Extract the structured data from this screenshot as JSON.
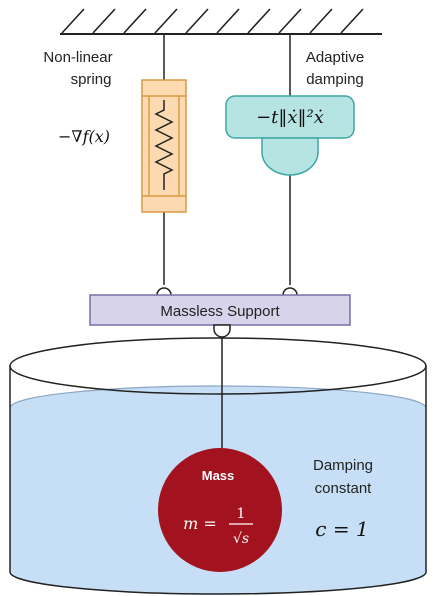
{
  "labels": {
    "spring_line1": "Non-linear",
    "spring_line2": "spring",
    "damper_line1": "Adaptive",
    "damper_line2": "damping",
    "spring_force": "−∇f(x)",
    "damper_force": "−t‖ẋ‖²ẋ",
    "support": "Massless Support",
    "mass_title": "Mass",
    "mass_formula_lhs": "m =",
    "mass_formula_num": "1",
    "mass_formula_den": "√s",
    "damping_line1": "Damping",
    "damping_line2": "constant",
    "damping_value": "c = 1"
  },
  "colors": {
    "spring_fill": "#fcd9b0",
    "spring_stroke": "#d79b45",
    "damper_fill": "#b5e4e2",
    "damper_stroke": "#3ea6a3",
    "support_fill": "#d7d3ea",
    "support_stroke": "#7b6fa8",
    "water_fill": "#c6dff6",
    "mass_fill": "#a3131f"
  }
}
